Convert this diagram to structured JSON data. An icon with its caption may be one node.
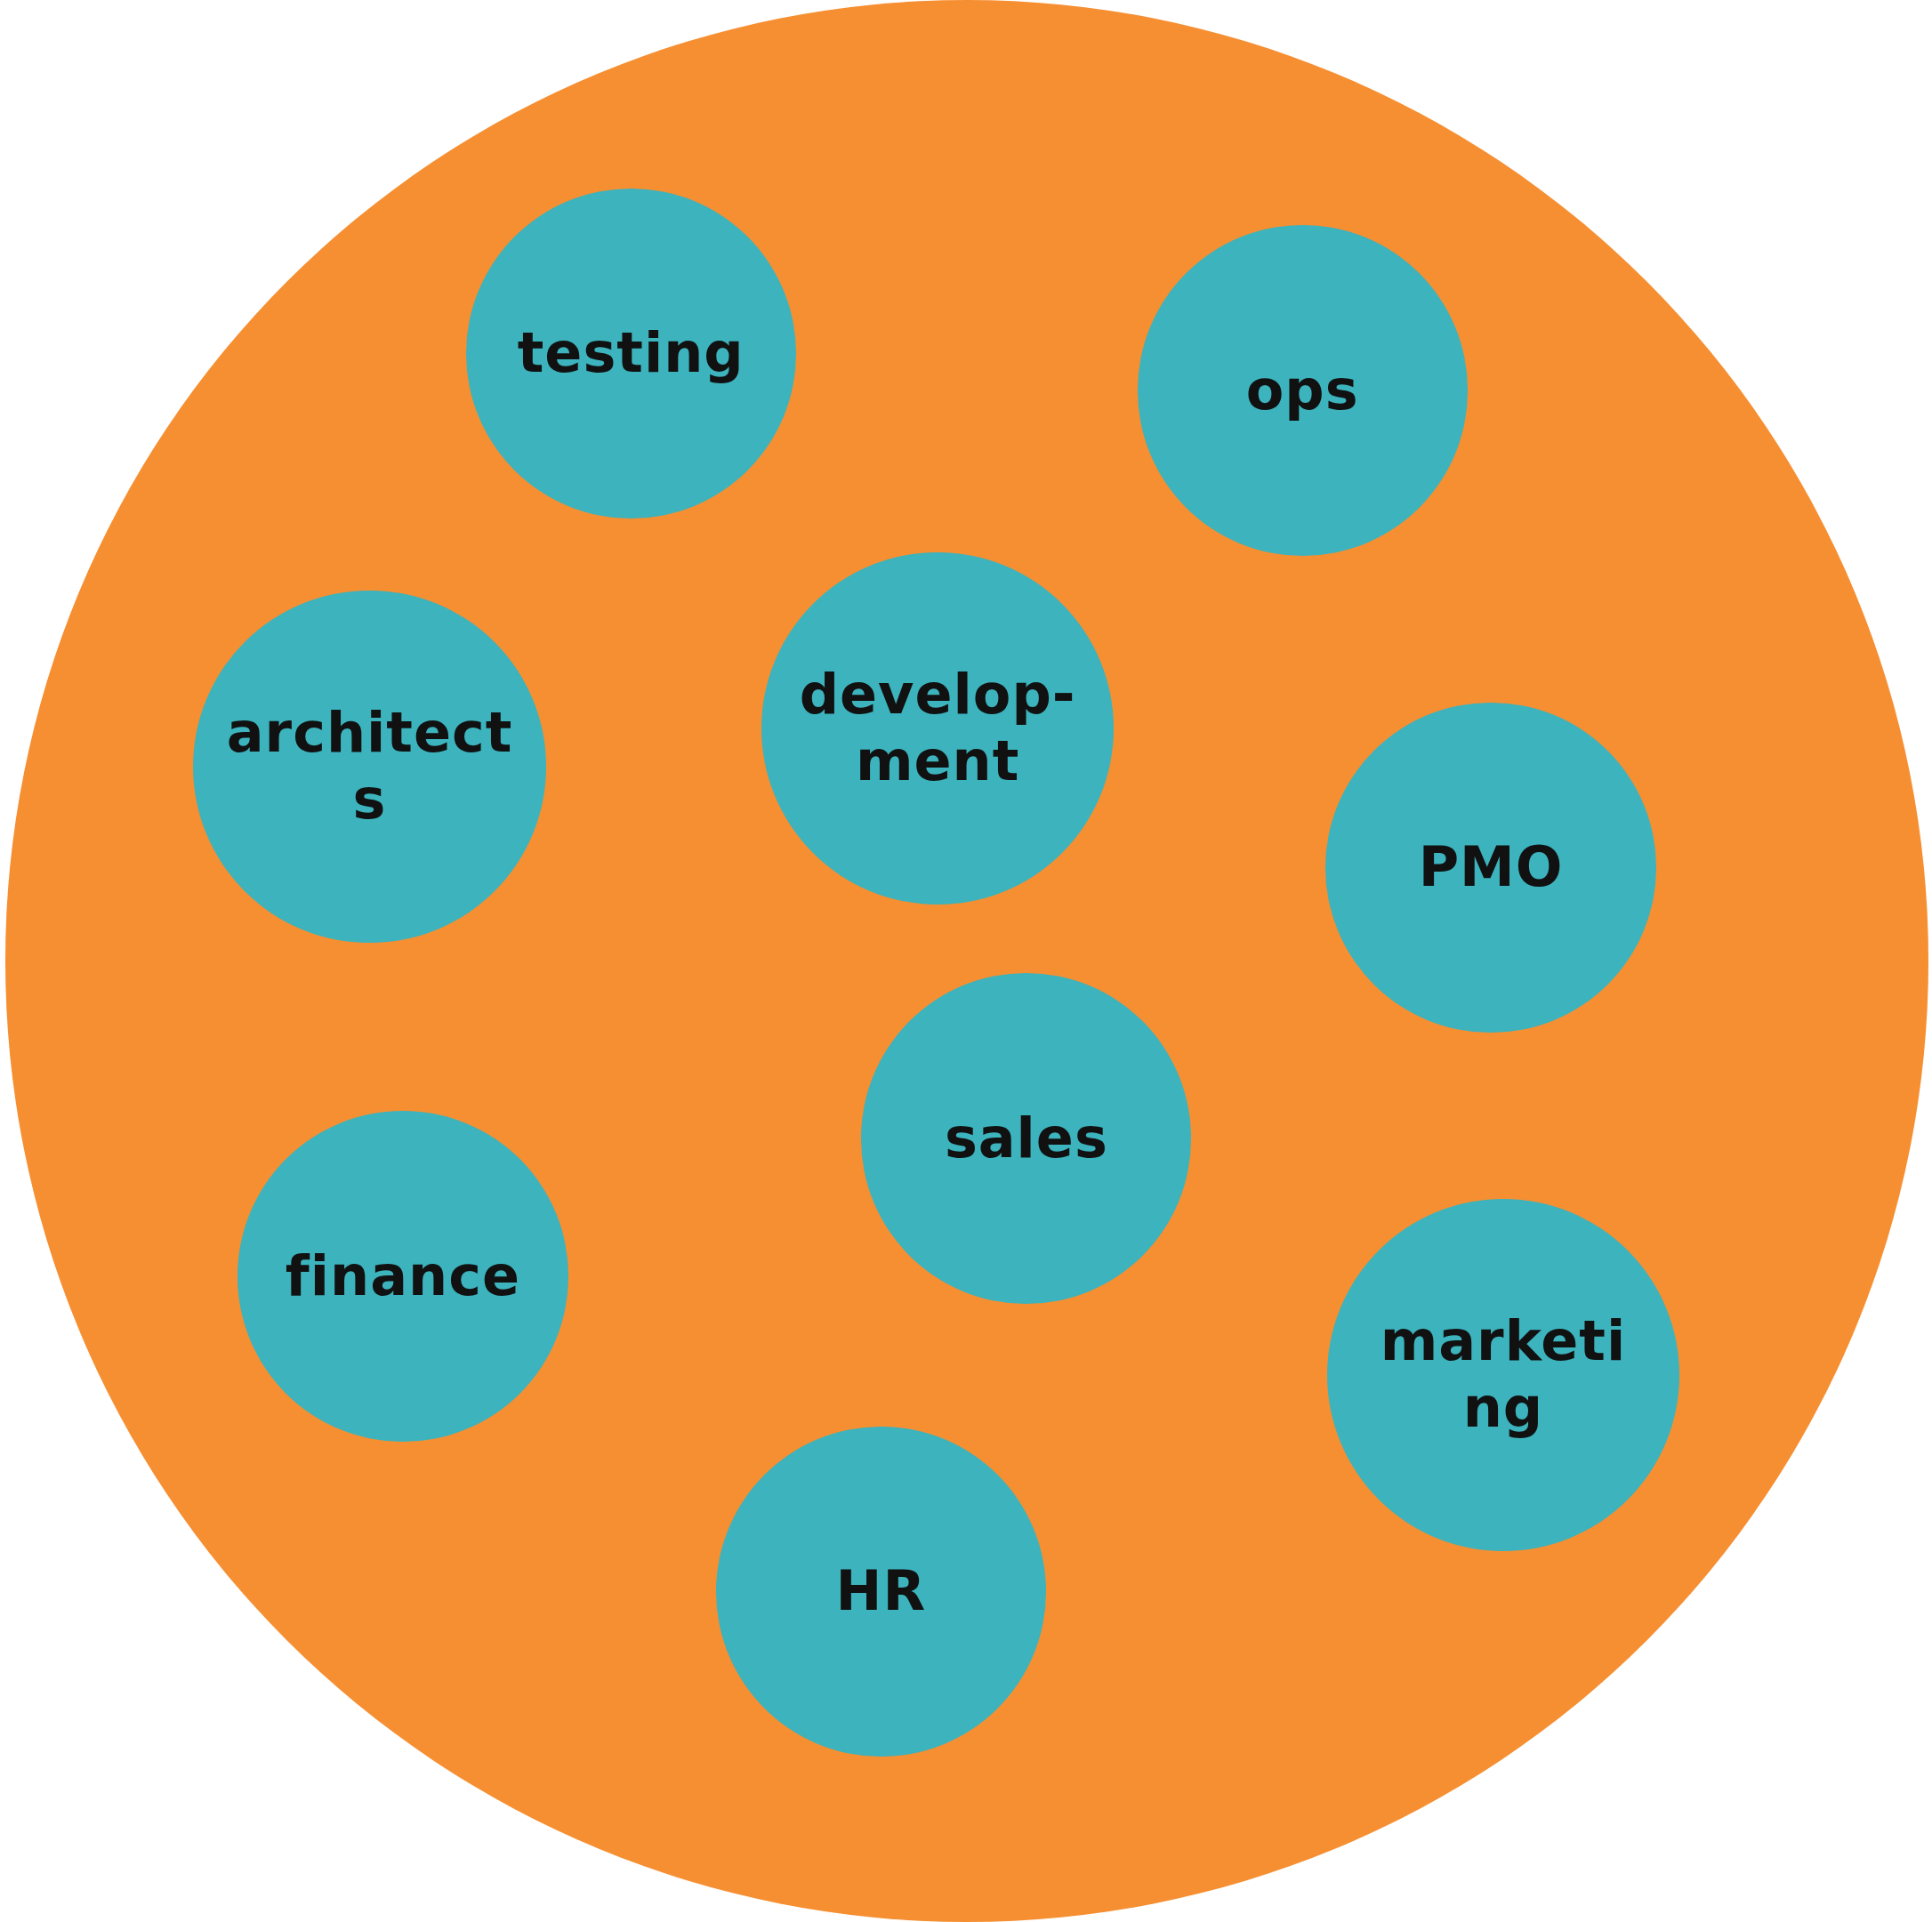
{
  "diagram": {
    "nodes": [
      {
        "text": [],
        "shape": "circle"
      },
      {
        "text": [
          "testing"
        ],
        "in": 0
      },
      {
        "text": [
          "ops"
        ],
        "in": 0
      },
      {
        "text": [
          "architects"
        ],
        "in": 0
      },
      {
        "text": [
          "develop-ment"
        ],
        "in": 0
      },
      {
        "text": [
          "PMO"
        ],
        "in": 0
      },
      {
        "text": [
          "sales"
        ],
        "in": 0
      },
      {
        "text": [
          "finance"
        ],
        "in": 0
      },
      {
        "text": [
          "marketing"
        ],
        "in": 0
      },
      {
        "text": [
          "HR"
        ],
        "in": 0
      }
    ]
  }
}
